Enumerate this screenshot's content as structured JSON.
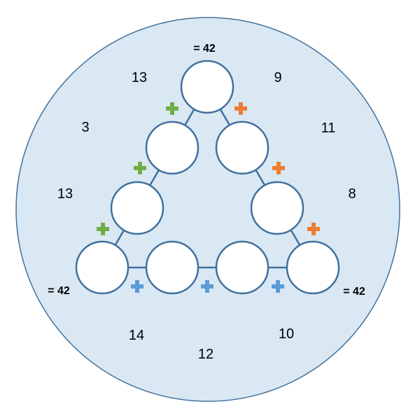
{
  "puzzle": {
    "sums": {
      "top": "= 42",
      "left": "= 42",
      "right": "= 42"
    },
    "numbers": [
      "13",
      "9",
      "3",
      "11",
      "13",
      "8",
      "14",
      "10",
      "12"
    ],
    "colors": {
      "background": "#dae8f4",
      "outline": "#41719c",
      "plus_left": "#70ad47",
      "plus_right": "#ed7d31",
      "plus_bottom": "#5b9bd5"
    }
  }
}
